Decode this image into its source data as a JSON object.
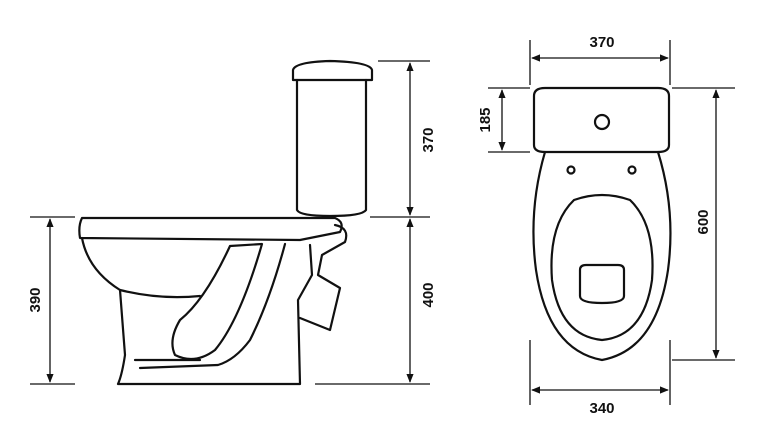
{
  "diagram": {
    "side_view": {
      "height_bowl": "390",
      "height_tank": "370",
      "height_base_to_tank": "400"
    },
    "top_view": {
      "tank_width": "370",
      "tank_depth": "185",
      "total_length": "600",
      "bowl_width": "340"
    }
  }
}
